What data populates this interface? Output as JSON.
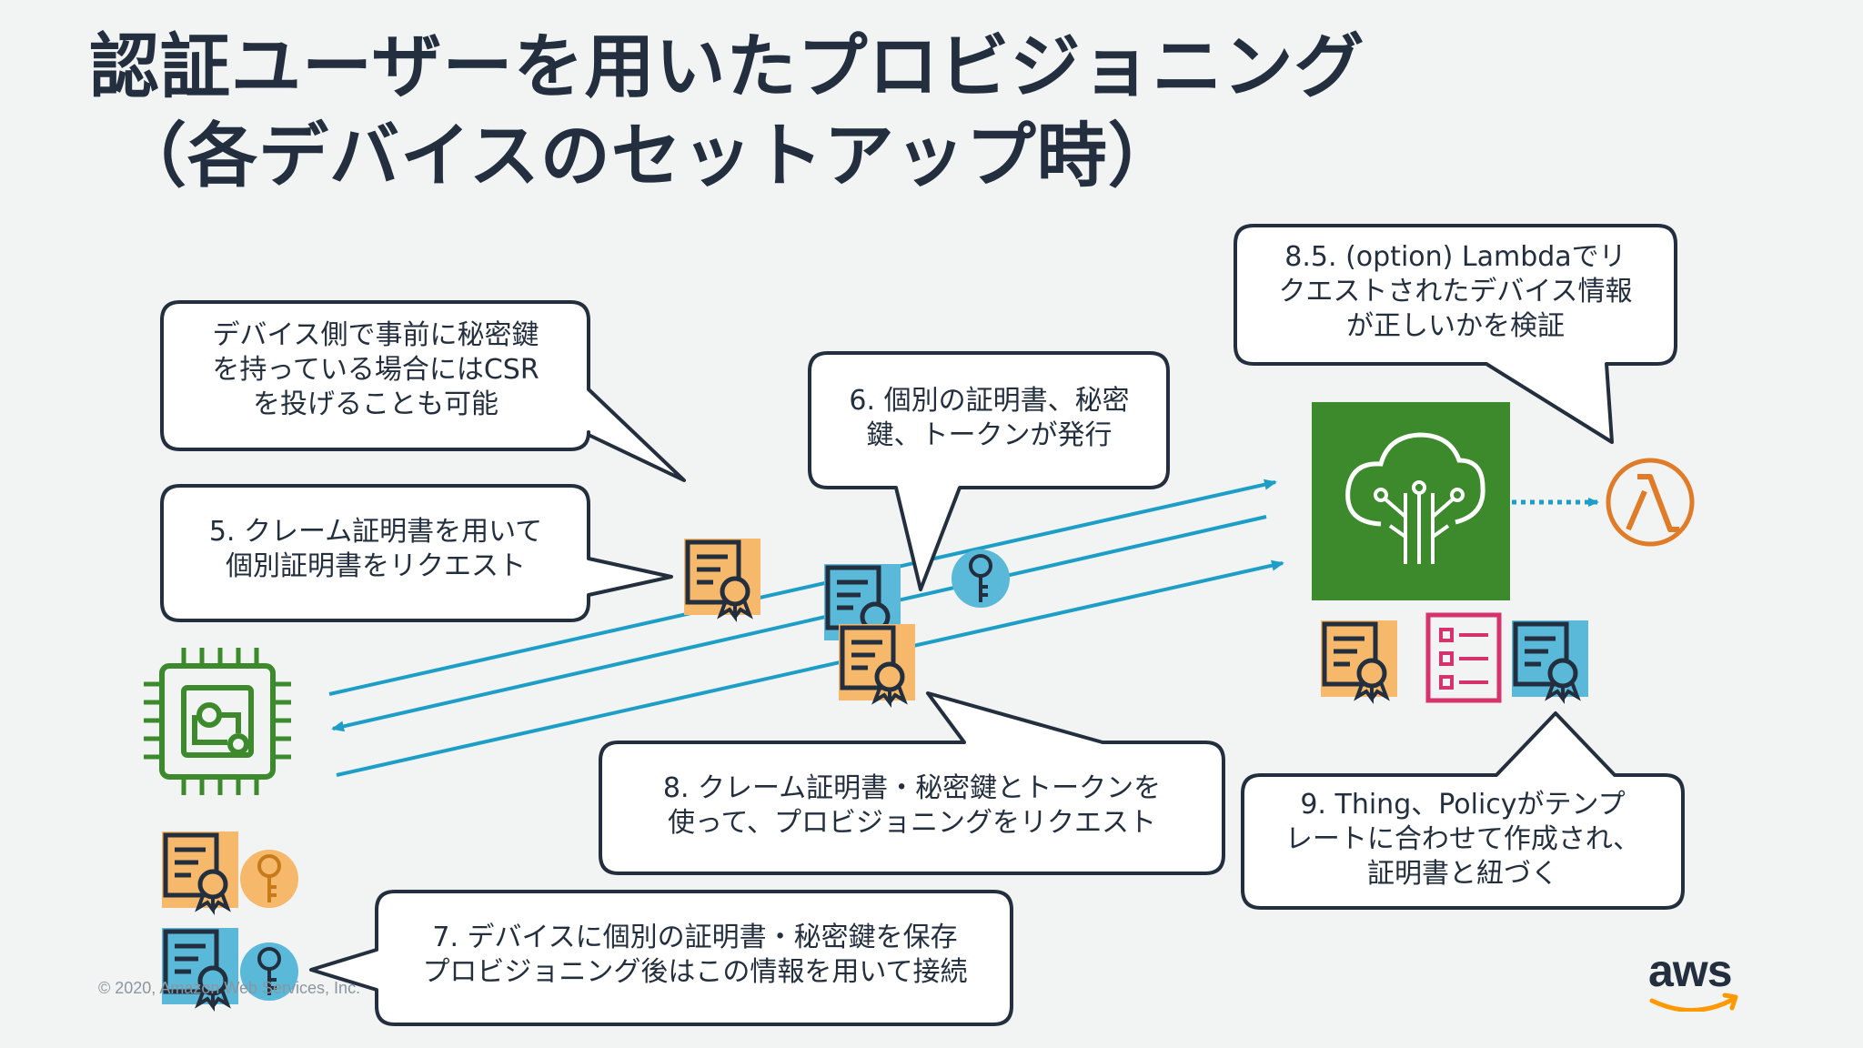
{
  "title": {
    "line1": "認証ユーザーを用いたプロビジョニング",
    "line2": "（各デバイスのセットアップ時）"
  },
  "callouts": {
    "csr_note": [
      "デバイス側で事前に秘密鍵",
      "を持っている場合にはCSR",
      "を投げることも可能"
    ],
    "step5": [
      "5. クレーム証明書を用いて",
      "個別証明書をリクエスト"
    ],
    "step6": [
      "6. 個別の証明書、秘密",
      "鍵、トークンが発行"
    ],
    "step7": [
      "7. デバイスに個別の証明書・秘密鍵を保存",
      "プロビジョニング後はこの情報を用いて接続"
    ],
    "step8": [
      "8. クレーム証明書・秘密鍵とトークンを",
      "使って、プロビジョニングをリクエスト"
    ],
    "step85": [
      "8.5. (option) Lambdaでリ",
      "クエストされたデバイス情報",
      "が正しいかを検証"
    ],
    "step9": [
      "9. Thing、Policyがテンプ",
      "レートに合わせて作成され、",
      "証明書と紐づく"
    ]
  },
  "footer": {
    "copyright": "© 2020, Amazon Web Services, Inc.",
    "logo_text": "aws"
  },
  "icons": {
    "device": "iot-device-chip-icon",
    "cloud_service": "iot-device-management-icon",
    "lambda": "lambda-icon",
    "claim_cert": "claim-certificate-icon",
    "individual_cert": "individual-certificate-icon",
    "key": "key-icon",
    "template": "template-list-icon"
  },
  "colors": {
    "claim_cert": "#f6b96b",
    "individual_cert": "#5ab8d8",
    "arrow": "#1d9ec7",
    "iot_green": "#3c8a2c",
    "lambda_orange": "#e07b28",
    "template_pink": "#d6336c",
    "outline": "#232f3e"
  }
}
